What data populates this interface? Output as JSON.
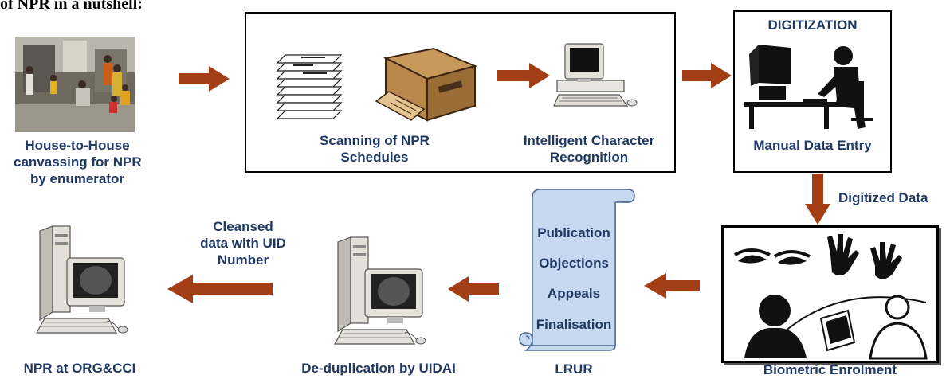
{
  "header": {
    "text": "of NPR in a nutshell:"
  },
  "steps": {
    "canvassing": {
      "label_lines": [
        "House-to-House",
        "canvassing for NPR",
        "by enumerator"
      ],
      "icon": "photo-canvassing"
    },
    "scanning": {
      "label_lines": [
        "Scanning of NPR",
        "Schedules"
      ],
      "icon": "scanner-icon"
    },
    "icr": {
      "label_lines": [
        "Intelligent Character",
        "Recognition"
      ],
      "icon": "computer-icon"
    },
    "digitization": {
      "title": "DIGITIZATION",
      "label": "Manual Data Entry",
      "icon": "data-entry-operator-icon"
    },
    "digitized_data": {
      "label": "Digitized Data"
    },
    "biometric": {
      "label": "Biometric Enrolment",
      "icon": "biometric-enrolment-icon"
    },
    "lrur": {
      "label": "LRUR",
      "scroll_items": [
        "Publication",
        "Objections",
        "Appeals",
        "Finalisation"
      ]
    },
    "dedup": {
      "label": "De-duplication by UIDAI",
      "icon": "computer-tower-icon"
    },
    "cleansed": {
      "label_lines": [
        "Cleansed",
        "data with UID",
        "Number"
      ]
    },
    "npr_org": {
      "label": "NPR at ORG&CCI",
      "icon": "computer-tower-icon"
    }
  },
  "colors": {
    "arrow": "#a23d14",
    "text": "#1f3864",
    "scroll": "#c6d9f1"
  }
}
